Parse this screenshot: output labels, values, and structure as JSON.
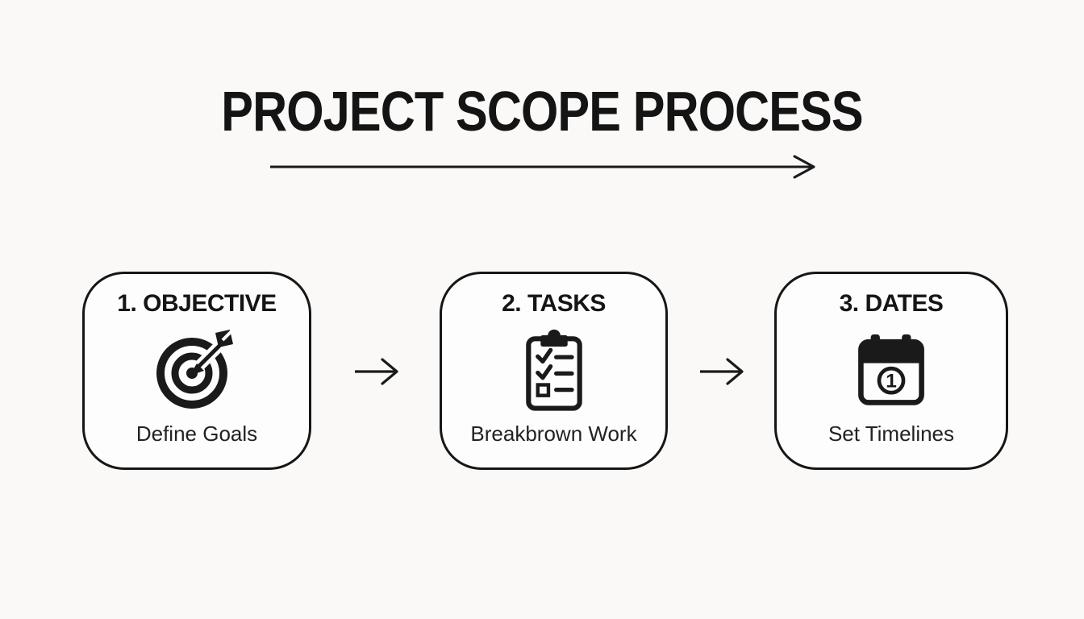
{
  "diagram": {
    "title": "PROJECT SCOPE PROCESS",
    "colors": {
      "background": "#fbf9f8",
      "ink": "#1a1a1a"
    },
    "title_underline_icon": "long-right-arrow-icon",
    "connector_icon": "right-arrow-icon",
    "steps": [
      {
        "heading": "1. OBJECTIVE",
        "icon": "target-dart-icon",
        "label": "Define Goals"
      },
      {
        "heading": "2. TASKS",
        "icon": "clipboard-checklist-icon",
        "label": "Breakbrown Work"
      },
      {
        "heading": "3. DATES",
        "icon": "calendar-icon",
        "icon_number": "1",
        "label": "Set Timelines"
      }
    ]
  }
}
